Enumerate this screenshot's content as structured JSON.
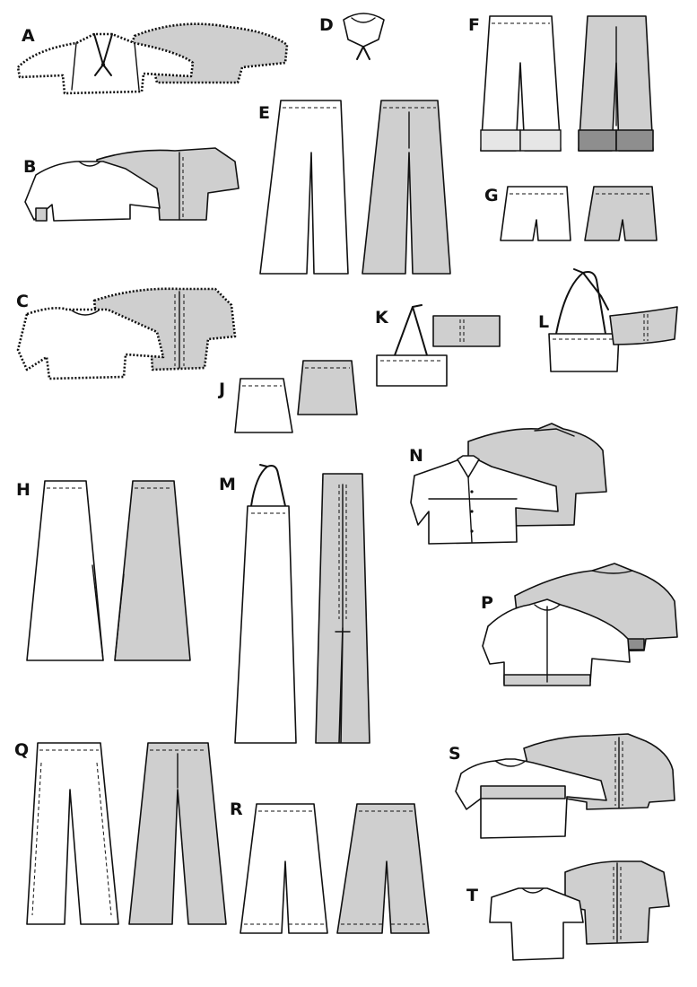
{
  "colors": {
    "shade": "#cfcfcf",
    "dark_shade": "#8e8e8e",
    "ink": "#111111",
    "paper": "#ffffff"
  },
  "labels": {
    "A": "A",
    "B": "B",
    "C": "C",
    "D": "D",
    "E": "E",
    "F": "F",
    "G": "G",
    "H": "H",
    "J": "J",
    "K": "K",
    "L": "L",
    "M": "M",
    "N": "N",
    "P": "P",
    "Q": "Q",
    "R": "R",
    "S": "S",
    "T": "T"
  }
}
